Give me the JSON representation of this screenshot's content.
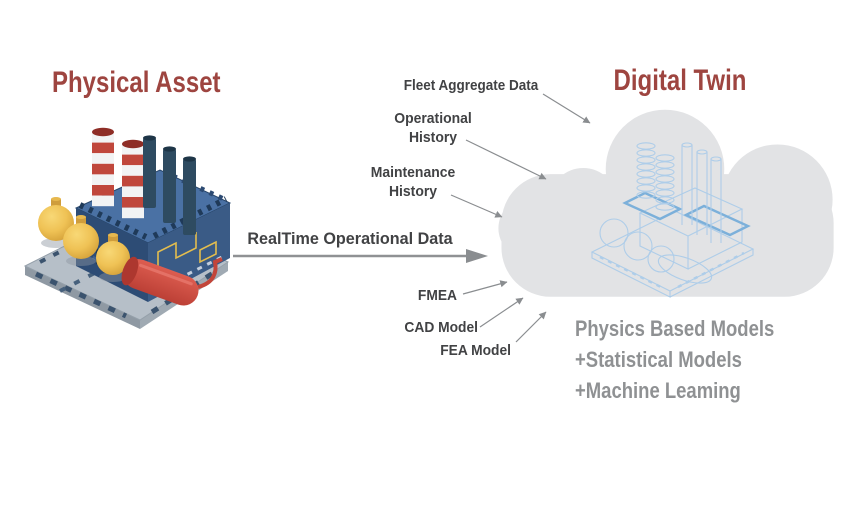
{
  "colors": {
    "accent_red": "#9e4540",
    "label_dark": "#414244",
    "muted_text": "#8f9193",
    "arrow_gray": "#8a8d90",
    "cloud_rim": "#e2e3e5",
    "cloud_shadow": "#dcdde0",
    "cloud_fill": "#ffffff",
    "wire_blue": "#aecde9",
    "wire_blue_strong": "#7cb0da"
  },
  "physical_asset": {
    "title": "Physical Asset",
    "icon": "factory-icon"
  },
  "digital_twin": {
    "title": "Digital Twin",
    "icon": "cloud-factory-wireframe-icon",
    "models_lines": [
      "Physics Based Models",
      "+Statistical Models",
      "+Machine Leaming"
    ]
  },
  "data_flows": {
    "fleet": {
      "label": "Fleet Aggregate Data"
    },
    "operational": {
      "label": "Operational\nHistory"
    },
    "maintenance": {
      "label": "Maintenance\nHistory"
    },
    "realtime": {
      "label": "RealTime Operational Data"
    },
    "fmea": {
      "label": "FMEA"
    },
    "cad": {
      "label": "CAD Model"
    },
    "fea": {
      "label": "FEA Model"
    }
  }
}
